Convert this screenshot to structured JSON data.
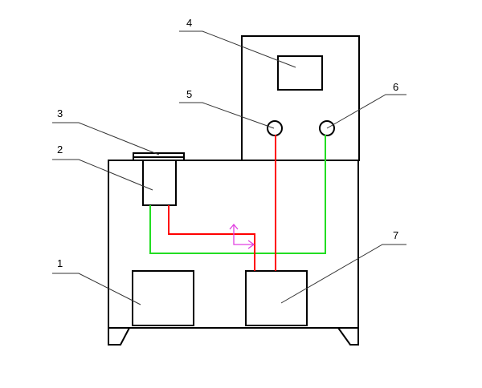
{
  "labels": {
    "l1": "1",
    "l2": "2",
    "l3": "3",
    "l4": "4",
    "l5": "5",
    "l6": "6",
    "l7": "7"
  },
  "colors": {
    "red_line": "#ff0000",
    "green_line": "#22dd22",
    "arrow": "#e040e0",
    "outline": "#000000"
  }
}
